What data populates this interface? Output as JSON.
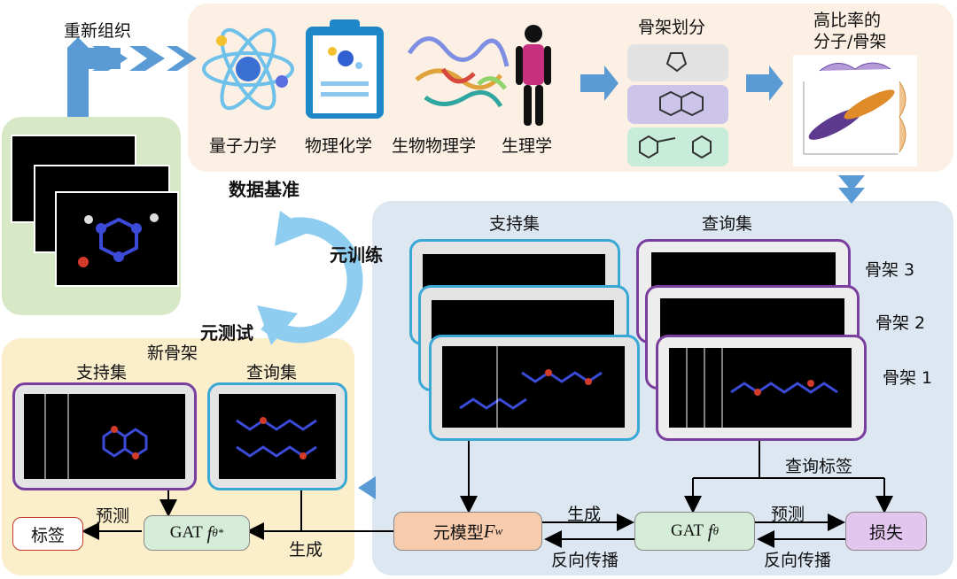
{
  "top": {
    "reorganize": "重新组织",
    "disciplines": [
      "量子力学",
      "物理化学",
      "生物物理学",
      "生理学"
    ],
    "scaffold_split": "骨架划分",
    "high_ratio": [
      "高比率的",
      "分子/骨架"
    ]
  },
  "cycle": {
    "benchmark": "数据基准",
    "meta_train": "元训练",
    "meta_test": "元测试"
  },
  "train": {
    "support": "支持集",
    "query": "查询集",
    "scaffolds": [
      "骨架 3",
      "骨架 2",
      "骨架 1"
    ],
    "query_label": "查询标签",
    "generate": "生成",
    "predict": "预测",
    "backprop_left": "反向传播",
    "backprop_right": "反向传播",
    "meta_model": "元模型",
    "meta_model_sym": "F",
    "meta_model_sub": "w",
    "gat": "GAT",
    "gat_sym": "f",
    "gat_sub": "θ",
    "loss": "损失"
  },
  "test": {
    "new_scaffold": "新骨架",
    "support": "支持集",
    "query": "查询集",
    "predict": "预测",
    "generate": "生成",
    "label": "标签",
    "gat": "GAT",
    "gat_sym": "f",
    "gat_sub": "θ*"
  },
  "colors": {
    "top_panel": "#fcefe3",
    "left_panel": "#d6e8c6",
    "test_panel": "#fbeecb",
    "train_panel": "#dde7f2",
    "arrow_blue": "#5b9bd5",
    "support_border": "#3aa8d4",
    "query_border": "#7a3f9e",
    "meta_model_fill": "#f8cbad",
    "gat_fill": "#d5ecd9",
    "loss_fill": "#e3c6ee",
    "label_border": "#c0392b"
  }
}
